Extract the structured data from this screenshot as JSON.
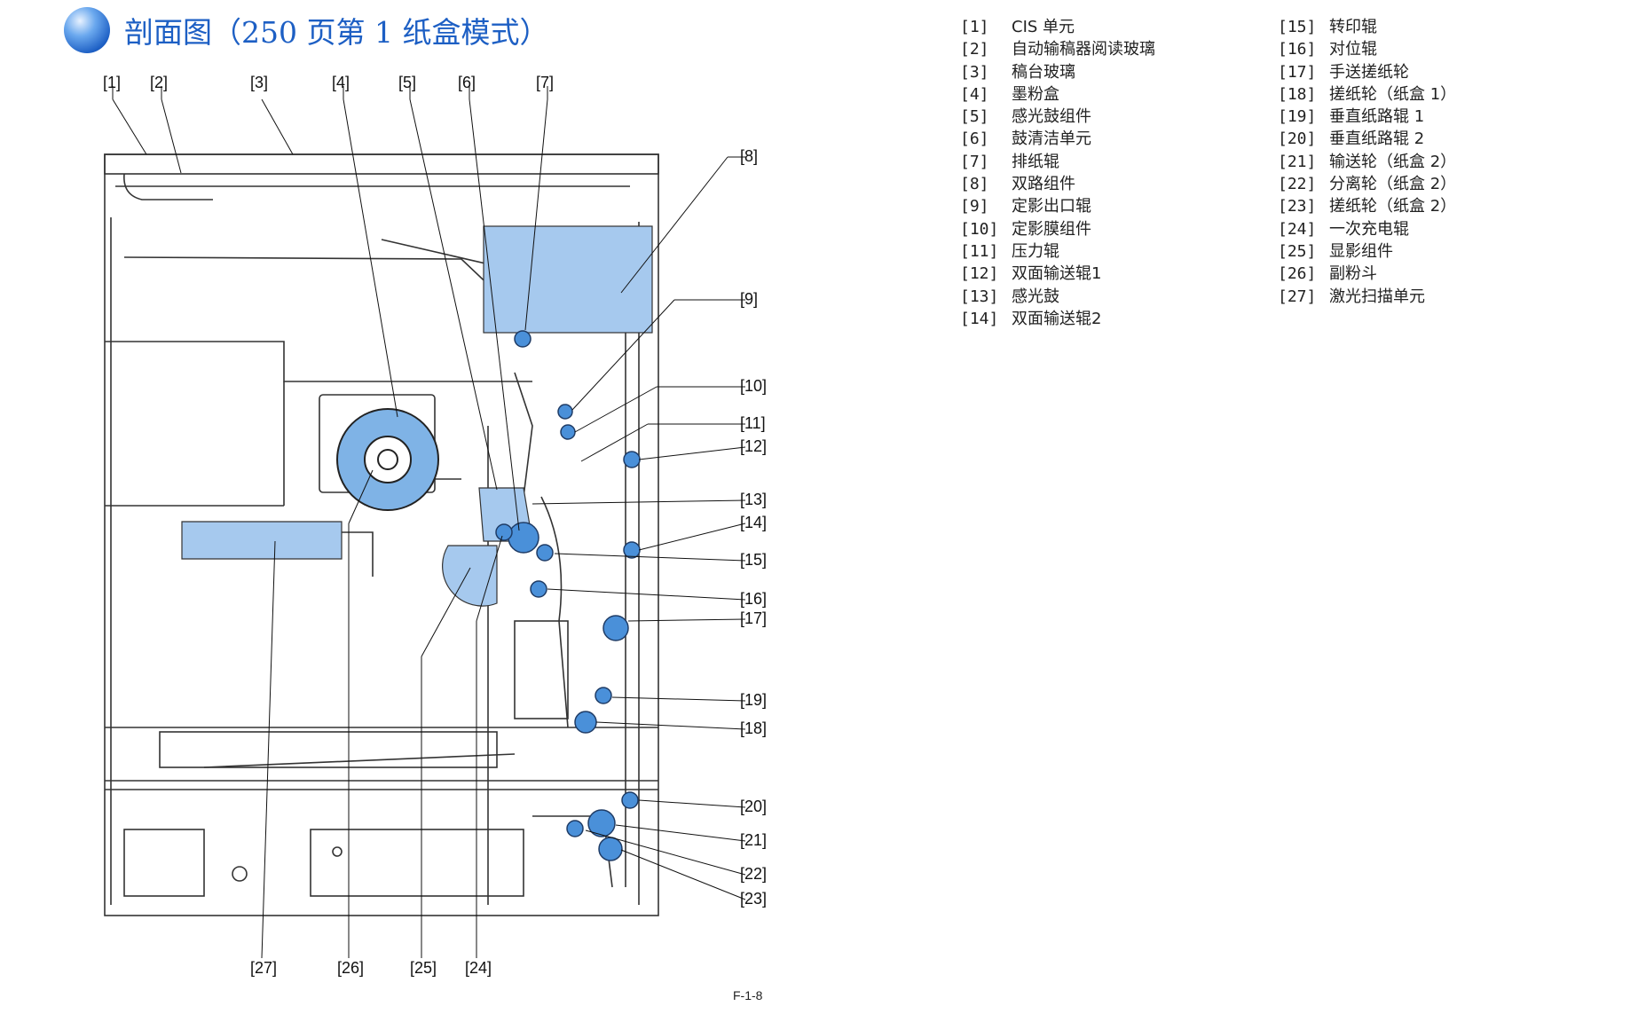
{
  "page": {
    "title": "剖面图（250 页第 1 纸盒模式）",
    "figure_id": "F-1-8"
  },
  "callouts": {
    "c1": "[1]",
    "c2": "[2]",
    "c3": "[3]",
    "c4": "[4]",
    "c5": "[5]",
    "c6": "[6]",
    "c7": "[7]",
    "c8": "[8]",
    "c9": "[9]",
    "c10": "[10]",
    "c11": "[11]",
    "c12": "[12]",
    "c13": "[13]",
    "c14": "[14]",
    "c15": "[15]",
    "c16": "[16]",
    "c17": "[17]",
    "c18": "[18]",
    "c19": "[19]",
    "c20": "[20]",
    "c21": "[21]",
    "c22": "[22]",
    "c23": "[23]",
    "c24": "[24]",
    "c25": "[25]",
    "c26": "[26]",
    "c27": "[27]"
  },
  "legend": {
    "left": [
      {
        "num": "[1]",
        "name": "CIS 单元"
      },
      {
        "num": "[2]",
        "name": "自动输稿器阅读玻璃"
      },
      {
        "num": "[3]",
        "name": "稿台玻璃"
      },
      {
        "num": "[4]",
        "name": "墨粉盒"
      },
      {
        "num": "[5]",
        "name": "感光鼓组件"
      },
      {
        "num": "[6]",
        "name": "鼓清洁单元"
      },
      {
        "num": "[7]",
        "name": "排纸辊"
      },
      {
        "num": "[8]",
        "name": "双路组件"
      },
      {
        "num": "[9]",
        "name": "定影出口辊"
      },
      {
        "num": "[10]",
        "name": "定影膜组件"
      },
      {
        "num": "[11]",
        "name": "压力辊"
      },
      {
        "num": "[12]",
        "name": "双面输送辊1"
      },
      {
        "num": "[13]",
        "name": "感光鼓"
      },
      {
        "num": "[14]",
        "name": "双面输送辊2"
      }
    ],
    "right": [
      {
        "num": "[15]",
        "name": "转印辊"
      },
      {
        "num": "[16]",
        "name": "对位辊"
      },
      {
        "num": "[17]",
        "name": "手送搓纸轮"
      },
      {
        "num": "[18]",
        "name": "搓纸轮（纸盒 1）"
      },
      {
        "num": "[19]",
        "name": "垂直纸路辊 1"
      },
      {
        "num": "[20]",
        "name": "垂直纸路辊 2"
      },
      {
        "num": "[21]",
        "name": "输送轮（纸盒 2）"
      },
      {
        "num": "[22]",
        "name": "分离轮（纸盒 2）"
      },
      {
        "num": "[23]",
        "name": "搓纸轮（纸盒 2）"
      },
      {
        "num": "[24]",
        "name": "一次充电辊"
      },
      {
        "num": "[25]",
        "name": "显影组件"
      },
      {
        "num": "[26]",
        "name": "副粉斗"
      },
      {
        "num": "[27]",
        "name": "激光扫描单元"
      }
    ]
  },
  "colors": {
    "title": "#1d5fc4",
    "part_fill": "#7fb3e6",
    "roller_fill": "#4a90d9",
    "line": "#111111"
  }
}
